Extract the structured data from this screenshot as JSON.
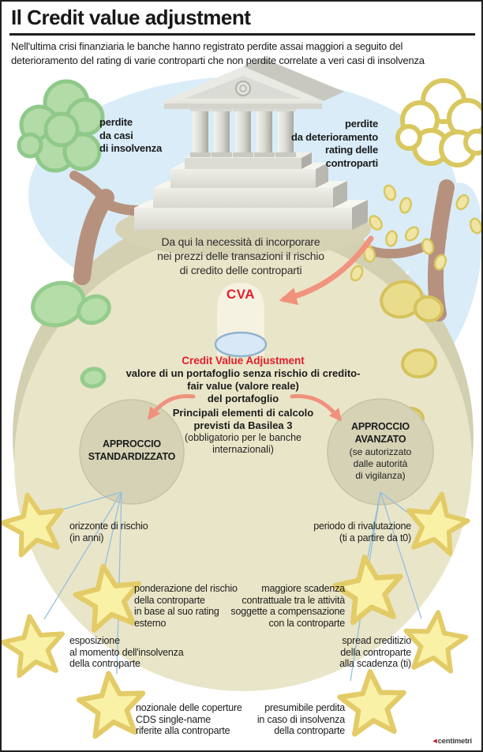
{
  "header": {
    "title": "Il Credit value adjustment",
    "intro": "Nell'ultima crisi finanziaria le banche hanno registrato perdite assai maggiori a seguito del\ndeterioramento del rating di varie controparti che non perdite correlate a veri casi di insolvenza"
  },
  "scene": {
    "tree_left_label": "perdite\nda casi\ndi insolvenza",
    "tree_right_label": "perdite\nda deterioramento\nrating delle\ncontroparti",
    "necessity_text": "Da qui la necessità di incorporare\nnei prezzi delle transazioni il rischio\ndi credito delle controparti",
    "cva_label": "CVA",
    "cva_title": "Credit Value Adjustment",
    "cva_definition": "valore di un portafoglio senza rischio di credito-\nfair value (valore reale)\ndel portafoglio",
    "basilea_heading": "Principali elementi di calcolo\nprevisti da Basilea 3",
    "basilea_note": "(obbligatorio per le banche\ninternazionali)"
  },
  "approaches": {
    "standard_label": "APPROCCIO\nSTANDARDIZZATO",
    "advanced_label": "APPROCCIO\nAVANZATO",
    "advanced_note": "(se autorizzato\ndalle autorità\ndi vigilanza)"
  },
  "standard_elements": [
    "orizzonte di rischio\n(in anni)",
    "ponderazione del rischio\ndella controparte\nin base al suo rating\nesterno",
    "esposizione\nal momento dell'insolvenza\ndella controparte",
    "nozionale delle coperture\nCDS single-name\nriferite alla controparte"
  ],
  "advanced_elements": [
    "periodo di rivalutazione\n(ti a partire da t0)",
    "maggiore scadenza\ncontrattuale tra le attività\nsoggette a compensazione\ncon la controparte",
    "spread creditizio\ndella controparte\nalla scadenza (ti)",
    "presumibile perdita\nin caso di insolvenza\ndella controparte"
  ],
  "credit": {
    "mark": "◀",
    "text": "centimetri"
  },
  "colors": {
    "accent_red": "#e31e2d",
    "arrow_salmon": "#f0917c",
    "leader_blue": "#94c0de",
    "star_fill": "#f9f2a6",
    "star_border": "#e3cb68",
    "ground_beige": "#e9e5c8",
    "sky_blue": "#d9ecf8",
    "tree_green": "#b3dba7",
    "tree_yellow": "#d9c75f"
  }
}
